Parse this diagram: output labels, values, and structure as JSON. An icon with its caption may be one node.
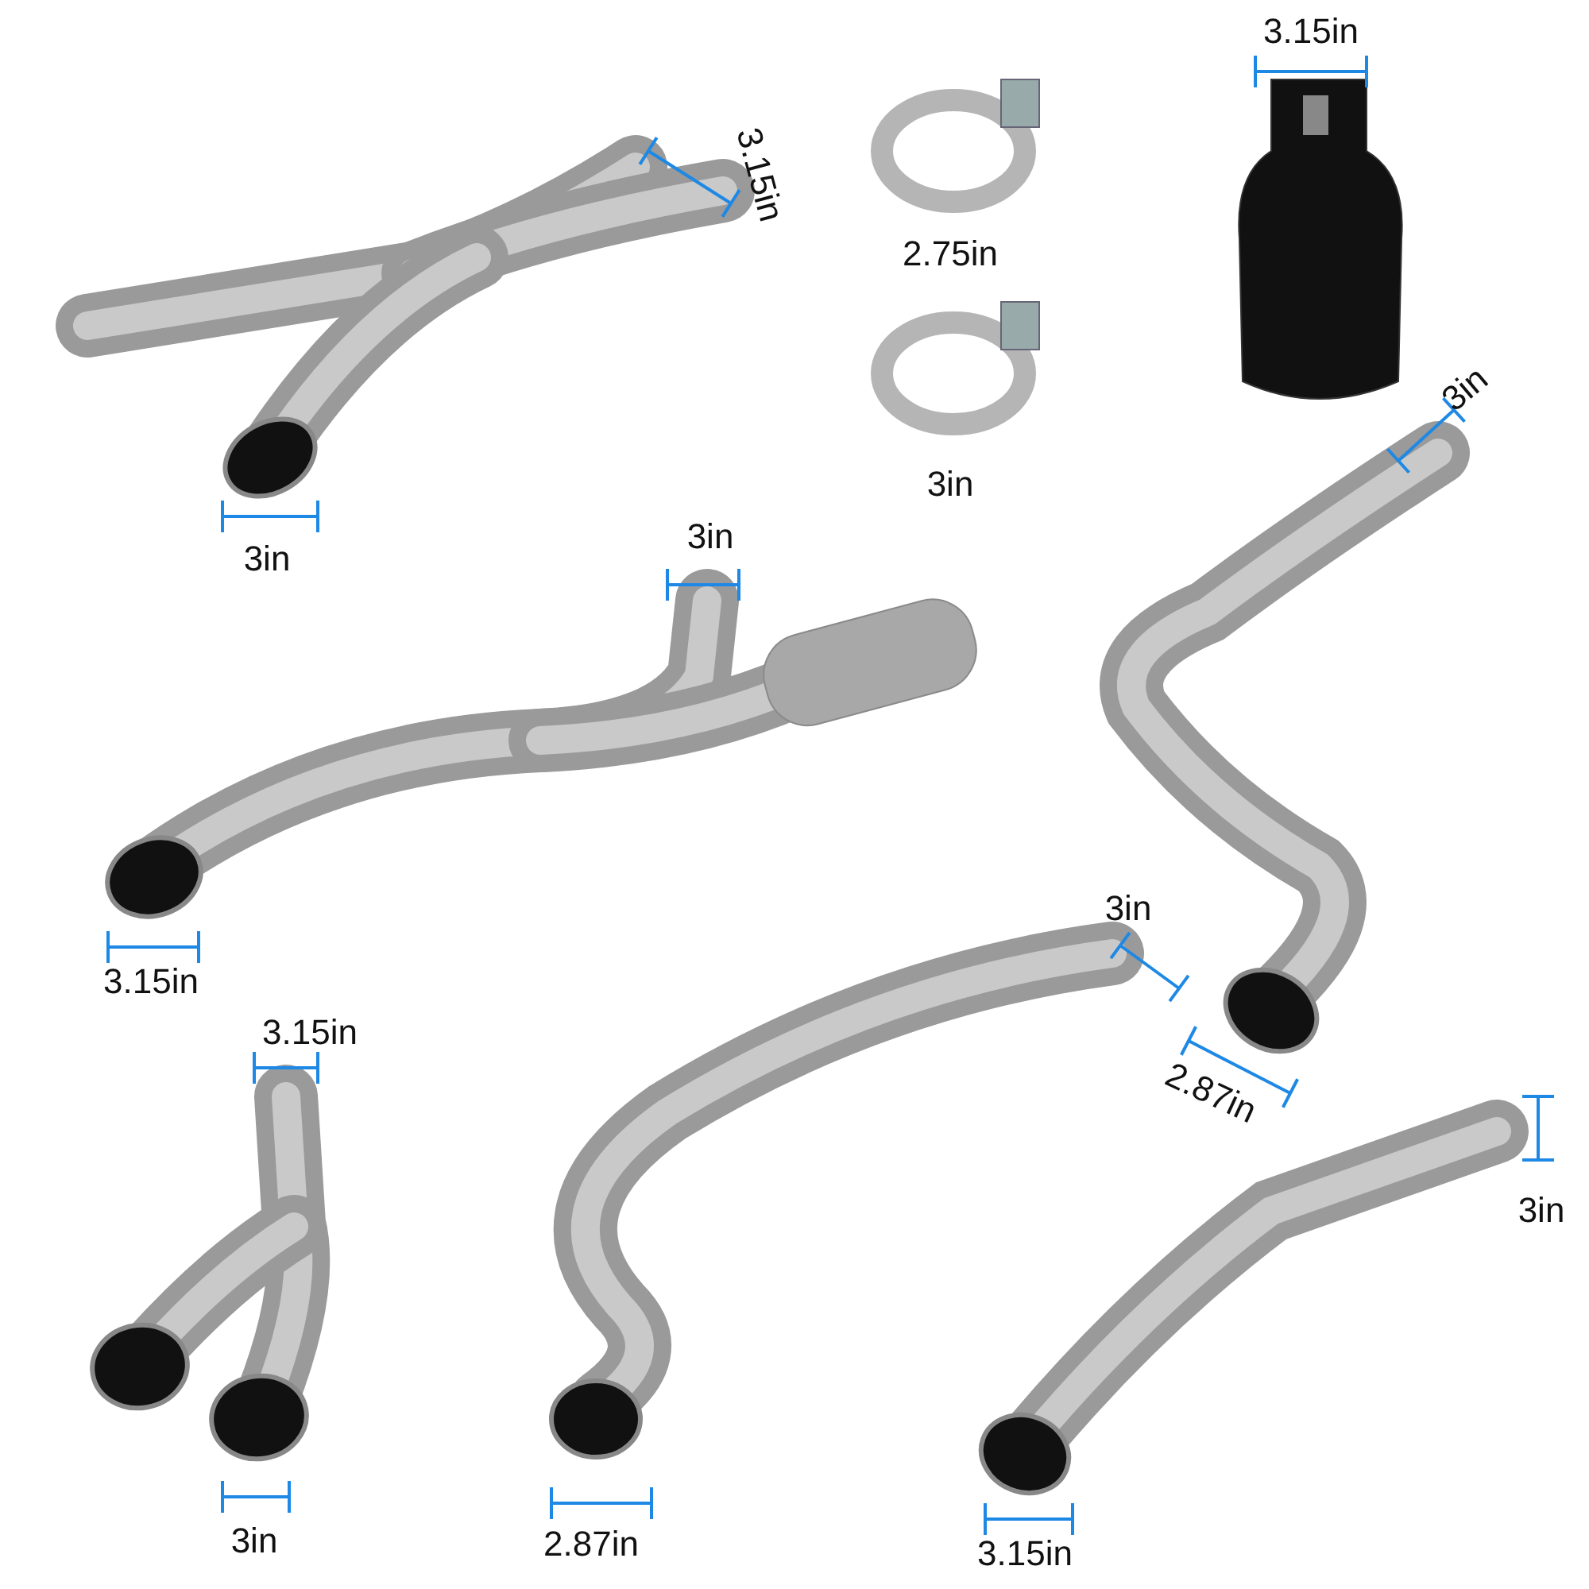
{
  "diagram": {
    "labels": [
      "3.15in",
      "2.75in",
      "3.15in",
      "3in",
      "3in",
      "3in",
      "3in",
      "3.15in",
      "3in",
      "3.15in",
      "2.87in",
      "3in",
      "3in",
      "2.87in",
      "3.15in"
    ]
  }
}
